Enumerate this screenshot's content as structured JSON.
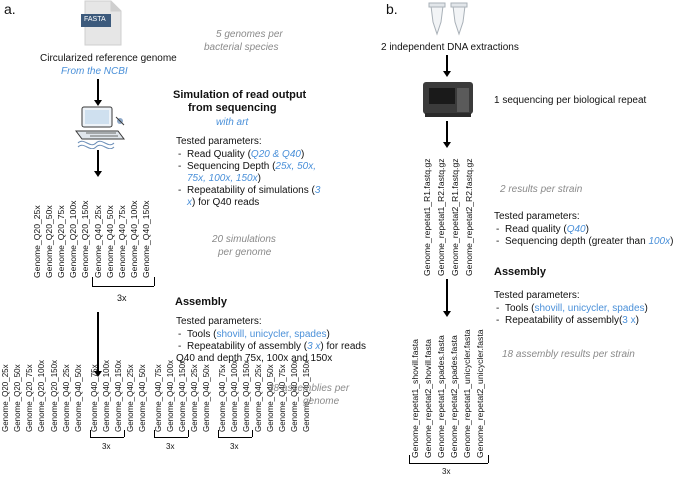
{
  "panel_a": {
    "label": "a.",
    "fasta_icon_text": "FASTA",
    "ref_genome": "Circularized reference genome",
    "ref_source": "From the NCBI",
    "genomes_note_1": "5 genomes per",
    "genomes_note_2": "bacterial species",
    "sim_title_1": "Simulation of read output",
    "sim_title_2": "from sequencing",
    "sim_tool": "with art",
    "tested_params": "Tested parameters:",
    "sim_params": {
      "p1_text": "Read Quality (",
      "p1_blue": "Q20 & Q40",
      "p1_end": ")",
      "p2_text": "Sequencing Depth (",
      "p2_blue_1": "25x,  50x,",
      "p2_blue_2": "75x, 100x, 150x",
      "p2_end": ")",
      "p3_text": "Repeatability of simulations (",
      "p3_blue_1": "3",
      "p3_blue_2": "x",
      "p3_end": ") for Q40 reads"
    },
    "sim_labels": [
      "Genome_Q20_25x",
      "Genome_Q20_50x",
      "Genome_Q20_75x",
      "Genome_Q20_100x",
      "Genome_Q20_150x",
      "Genome_Q40_25x",
      "Genome_Q40_50x",
      "Genome_Q40_75x",
      "Genome_Q40_100x",
      "Genome_Q40_150x"
    ],
    "sim_rep": "3x",
    "sim_note_1": "20 simulations",
    "sim_note_2": "per genome",
    "asm_title": "Assembly",
    "asm_params": {
      "p1_text": "Tools (",
      "p1_blue": "shovill, unicycler, spades",
      "p1_end": ")",
      "p2_text": "Repeatability of assembly (",
      "p2_blue": "3 x",
      "p2_end": ") for reads",
      "p2_line2": "Q40 and depth 75x, 100x and 150x"
    },
    "asm_labels": [
      "Genome_Q20_25x",
      "Genome_Q20_50x",
      "Genome_Q20_75x",
      "Genome_Q20_100x",
      "Genome_Q20_150x",
      "Genome_Q40_25x",
      "Genome_Q40_50x",
      "Genome_Q40_75x",
      "Genome_Q40_100x",
      "Genome_Q40_150x",
      "Genome_Q40_25x",
      "Genome_Q40_50x",
      "Genome_Q40_75x",
      "Genome_Q40_100x",
      "Genome_Q40_150x",
      "Genome_Q40_25x",
      "Genome_Q40_50x",
      "Genome_Q40_75x",
      "Genome_Q40_100x",
      "Genome_Q40_150x",
      "Genome_Q40_25x",
      "Genome_Q40_50x",
      "Genome_Q40_75x",
      "Genome_Q40_100x",
      "Genome_Q40_150x"
    ],
    "asm_rep": "3x",
    "asm_note_1": "38 assemblies per",
    "asm_note_2": "genome"
  },
  "panel_b": {
    "label": "b.",
    "dna_extract": "2 independent DNA extractions",
    "seq_repeat": "1 sequencing per biological repeat",
    "read_labels": [
      "Genome_repetat1_R1.fastq.gz",
      "Genome_repetat1_R2.fastq.gz",
      "Genome_repetat2_R1.fastq.gz",
      "Genome_repetat2_R2.fastq.gz"
    ],
    "results_note": "2 results per strain",
    "tested_params": "Tested parameters:",
    "seq_params": {
      "p1_text": "Read quality (",
      "p1_blue": "Q40",
      "p1_end": ")",
      "p2_text": "Sequencing depth (greater than ",
      "p2_blue": "100x",
      "p2_end": ")"
    },
    "asm_title": "Assembly",
    "asm_params": {
      "p1_text": "Tools (",
      "p1_blue": "shovill, unicycler, spades",
      "p1_end": ")",
      "p2_text": "Repeatability of assembly(",
      "p2_blue": "3 x",
      "p2_end": ")"
    },
    "asm_labels": [
      "Genome_repetat1_shovill.fasta",
      "Genome_repetat2_shovill.fasta",
      "Genome_repetat1_spades.fasta",
      "Genome_repetat2_spades.fasta",
      "Genome_repetat1_unicycler.fasta",
      "Genome_repetat2_unicycler.fasta"
    ],
    "asm_rep": "3x",
    "asm_note": "18 assembly results per strain"
  },
  "colors": {
    "accent_blue": "#4a90d9",
    "note_grey": "#8a8a8a"
  }
}
